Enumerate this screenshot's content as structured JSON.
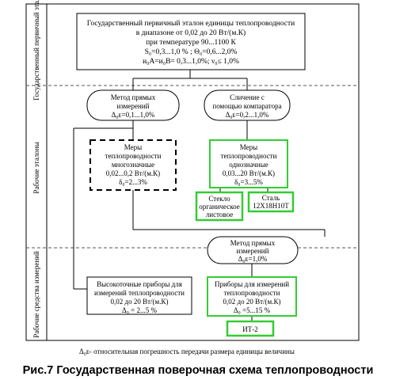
{
  "side_labels": {
    "primary": "Государственный первичный эталон",
    "working_standards": "Рабочие эталоны",
    "working_instruments": "Рабочие средства измерений"
  },
  "primary_standard": {
    "line1": "Государственный первичный эталон единицы теплопроводности",
    "line2": "в диапазоне от 0,02 до 20 Вт/(м.К)",
    "line3": "при температуре 90...1100 К",
    "line4": "S₀=0,3...1,0 % ; Θ₀=0,6...2,0%",
    "line5": "и₀A=и₀B= 0,3...1,0%;  ν₀≤ 1,0%"
  },
  "method_direct_top": {
    "line1": "Метод прямых",
    "line2": "измерений",
    "line3": "Δ₀ᴇ=0,1...1,0%"
  },
  "comparison": {
    "line1": "Сличение с",
    "line2": "помощью компаратора",
    "line3": "Δ₀ᴇ=0,2...1,0%"
  },
  "multi_value_measures": {
    "line1": "Меры",
    "line2": "теплопроводности",
    "line3": "многозначные",
    "line4": "0,02...0,2 Вт/(м.К)",
    "line5": "δ₀=2...3%"
  },
  "single_value_measures": {
    "line1": "Меры",
    "line2": "теплопроводности",
    "line3": "однозначные",
    "line4": "0,03...20 Вт/(м.К)",
    "line5": "δ₀=3...5%"
  },
  "glass": {
    "line1": "Стекло",
    "line2": "органическое",
    "line3": "листовое"
  },
  "steel": {
    "line1": "Сталь",
    "line2": "12Х18Н10Т"
  },
  "method_direct_bottom": {
    "line1": "Метод прямых",
    "line2": "измерений",
    "line3": "Δ₀ᴇ=1,0%"
  },
  "precision_instruments": {
    "line1": "Высокоточные приборы для",
    "line2": "измерений теплопроводности",
    "line3": "0,02 до 20 Вт/(м.К)",
    "line4": "Δ₀ = 2...5 %"
  },
  "instruments": {
    "line1": "Приборы для измерений",
    "line2": "теплопроводности",
    "line3": "0,02 до 20 Вт/(м.К)",
    "line4": "Δ₀ =5...15 %"
  },
  "it2": {
    "label": "ИТ-2"
  },
  "footnote": "Δ₀ᴇ- относительная погрешность передачи размера единицы величины",
  "caption": "Рис.7 Государственная поверочная схема теплопроводности",
  "colors": {
    "accent_green": "#33cc33",
    "line": "#000000"
  }
}
